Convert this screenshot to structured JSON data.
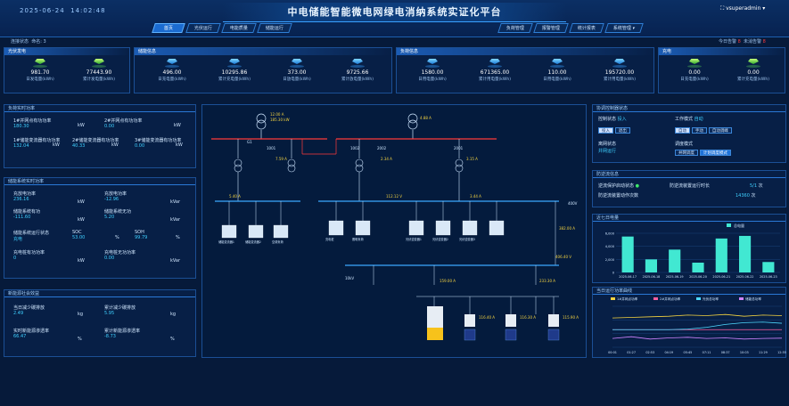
{
  "header": {
    "date": "2025-06-24",
    "time": "14:02:48",
    "title": "中电储能智能微电网绿电消纳系统实证化平台",
    "user": "vsuperadmin",
    "tabs_left": [
      "首页",
      "光伏运行",
      "电能质量",
      "储能运行"
    ],
    "tabs_right": [
      "负荷管理",
      "报警管理",
      "统计报表",
      "系统管理"
    ],
    "active_tab": "首页"
  },
  "subbar": {
    "left_a": "连接状态",
    "left_b": "命名: 3",
    "right_a": "今日告警",
    "right_a_val": "8",
    "right_b": "未消告警",
    "right_b_val": "8"
  },
  "top_sections": {
    "pv": {
      "title": "光伏发电",
      "items": [
        {
          "val": "981.70",
          "lbl": "日发电量(kWh)"
        },
        {
          "val": "77443.90",
          "lbl": "累计发电量(kWh)"
        }
      ]
    },
    "storage": {
      "title": "储能信息",
      "items": [
        {
          "val": "496.00",
          "lbl": "日充电量(kWh)"
        },
        {
          "val": "10295.86",
          "lbl": "累计充电量(kWh)"
        },
        {
          "val": "373.00",
          "lbl": "日放电量(kWh)"
        },
        {
          "val": "9725.66",
          "lbl": "累计放电量(kWh)"
        }
      ]
    },
    "load": {
      "title": "负荷信息",
      "items": [
        {
          "val": "1580.00",
          "lbl": "日用电量(kWh)"
        },
        {
          "val": "671365.00",
          "lbl": "累计用电量(kWh)"
        },
        {
          "val": "110.00",
          "lbl": "日用电量(kWh)"
        },
        {
          "val": "195720.00",
          "lbl": "累计用电量(kWh)"
        }
      ]
    },
    "charge": {
      "title": "充电",
      "items": [
        {
          "val": "0.00",
          "lbl": "日充电量(kWh)"
        },
        {
          "val": "0.00",
          "lbl": "累计充电量(kWh)"
        }
      ]
    }
  },
  "realtime": {
    "title": "负荷实时功率",
    "r1": [
      {
        "k": "1#并网点有功功率",
        "v": "180.30",
        "u": "kW"
      },
      {
        "k": "2#并网点有功功率",
        "v": "0.00",
        "u": "kW"
      }
    ],
    "r2": [
      {
        "k": "1#储能变流器有功功率",
        "v": "132.04",
        "u": "kW"
      },
      {
        "k": "2#储能变流器有功功率",
        "v": "40.33",
        "u": "kW"
      },
      {
        "k": "3#储能变流器有功功率",
        "v": "0.00",
        "u": "kW"
      }
    ]
  },
  "storage_stat": {
    "title": "储能系统实时功率",
    "rows": [
      {
        "k1": "充放电功率",
        "v1": "236.16",
        "u1": "kW",
        "k2": "充放电功率",
        "v2": "-12.96",
        "u2": "kVar"
      },
      {
        "k1": "储能系统有功",
        "v1": "-111.60",
        "u1": "kW",
        "k2": "储能系统无功",
        "v2": "5.20",
        "u2": "kVar"
      }
    ],
    "soc_k": "储能系统运行状态",
    "soc_state": "充电",
    "soc_lbl": "SOC",
    "soc_v": "53.00",
    "soc_u": "%",
    "soh_lbl": "SOH",
    "soh_v": "99.79",
    "soh_u": "%",
    "row3": {
      "k1": "充电桩有功功率",
      "v1": "0",
      "u1": "kW",
      "k2": "充电桩无功功率",
      "v2": "0.00",
      "u2": "kVar"
    }
  },
  "carbon": {
    "title": "新能源社会效益",
    "rows": [
      {
        "k1": "当日减少碳排放",
        "v1": "2.49",
        "u1": "kg",
        "k2": "累计减少碳排放",
        "v2": "5.95",
        "u2": "kg"
      },
      {
        "k1": "实时新能源渗透率",
        "v1": "66.47",
        "u1": "%",
        "k2": "累计新能源渗透率",
        "v2": "-8.73",
        "u2": "%"
      }
    ]
  },
  "strategy": {
    "title": "协调控制器状态",
    "l1": "控制状态",
    "l1v": "投入",
    "l2": "工作模式",
    "l2v": "自动",
    "btns1": [
      "投入",
      "退出"
    ],
    "btns2": [
      "自动",
      "手动",
      "自动调峰"
    ],
    "l3": "离网状态",
    "l3v": "并网运行",
    "l4": "调度模式",
    "btns3": [
      "并网调度",
      "计划调度模式"
    ]
  },
  "sys_stat": {
    "title": "防逆流信息",
    "l1": "逆流保护启动状态",
    "l2": "防逆流装置运行时长",
    "l2v": "5/1",
    "l2u": "次",
    "l3": "防逆流装置动作次数",
    "l3v": "14360",
    "l3u": "次"
  },
  "week_chart_title": "近七日电量",
  "day_chart_title": "当日运行功率曲线",
  "diagram": {
    "labels": [
      "G1",
      "1001",
      "1002",
      "2002",
      "2001",
      "400V",
      "10kV"
    ],
    "readings": [
      "12.00 A",
      "185.30 kW",
      "7.59 A",
      "2.34 A",
      "3.15 A",
      "112.12 V",
      "4.88 A",
      "5.40 A",
      "3.44 A",
      "159.00 A",
      "233.30 A",
      "116.40 A",
      "116.30 A",
      "115.90 A",
      "382.00 A",
      "406.40 V"
    ],
    "loads": [
      "储能变流器1",
      "储能变流器2",
      "空调负荷",
      "充电桩",
      "照明负荷",
      "光伏逆变器1",
      "光伏逆变器2",
      "光伏逆变器3"
    ]
  },
  "chart_data": [
    {
      "type": "bar",
      "title": "近七日电量",
      "legend": [
        "总电量"
      ],
      "categories": [
        "2025-06-17",
        "2025-06-18",
        "2025-06-19",
        "2025-06-20",
        "2025-06-21",
        "2025-06-22",
        "2025-06-23"
      ],
      "values": [
        5500,
        2000,
        3500,
        1500,
        5200,
        5600,
        1600
      ],
      "ylim": [
        0,
        6000
      ],
      "yticks": [
        "6,000",
        "4,000",
        "2,000",
        "0"
      ]
    },
    {
      "type": "line",
      "title": "当日运行功率曲线",
      "legend": [
        "1#并网点功率",
        "2#并网点功率",
        "光伏总功率",
        "储能总功率"
      ],
      "categories": [
        "00:01",
        "01:27",
        "02:53",
        "04:19",
        "05:45",
        "07:11",
        "08:37",
        "10:03",
        "11:29",
        "12:55"
      ],
      "ylim": [
        -300,
        400
      ],
      "series": [
        {
          "name": "1#并网点功率",
          "values": [
            200,
            210,
            220,
            230,
            250,
            240,
            260,
            230,
            250,
            240
          ]
        },
        {
          "name": "2#并网点功率",
          "values": [
            0,
            0,
            0,
            0,
            0,
            0,
            0,
            0,
            0,
            0
          ]
        },
        {
          "name": "光伏总功率",
          "values": [
            0,
            0,
            0,
            0,
            10,
            40,
            90,
            120,
            130,
            110
          ]
        },
        {
          "name": "储能总功率",
          "values": [
            -150,
            -120,
            -160,
            -140,
            -130,
            -150,
            -140,
            -160,
            -150,
            -145
          ]
        }
      ]
    }
  ],
  "colors": {
    "accent": "#3fd0ff",
    "bar": "#41e8d2",
    "alarm": "#ff3b3b",
    "bus_red": "#ff3a3a"
  }
}
